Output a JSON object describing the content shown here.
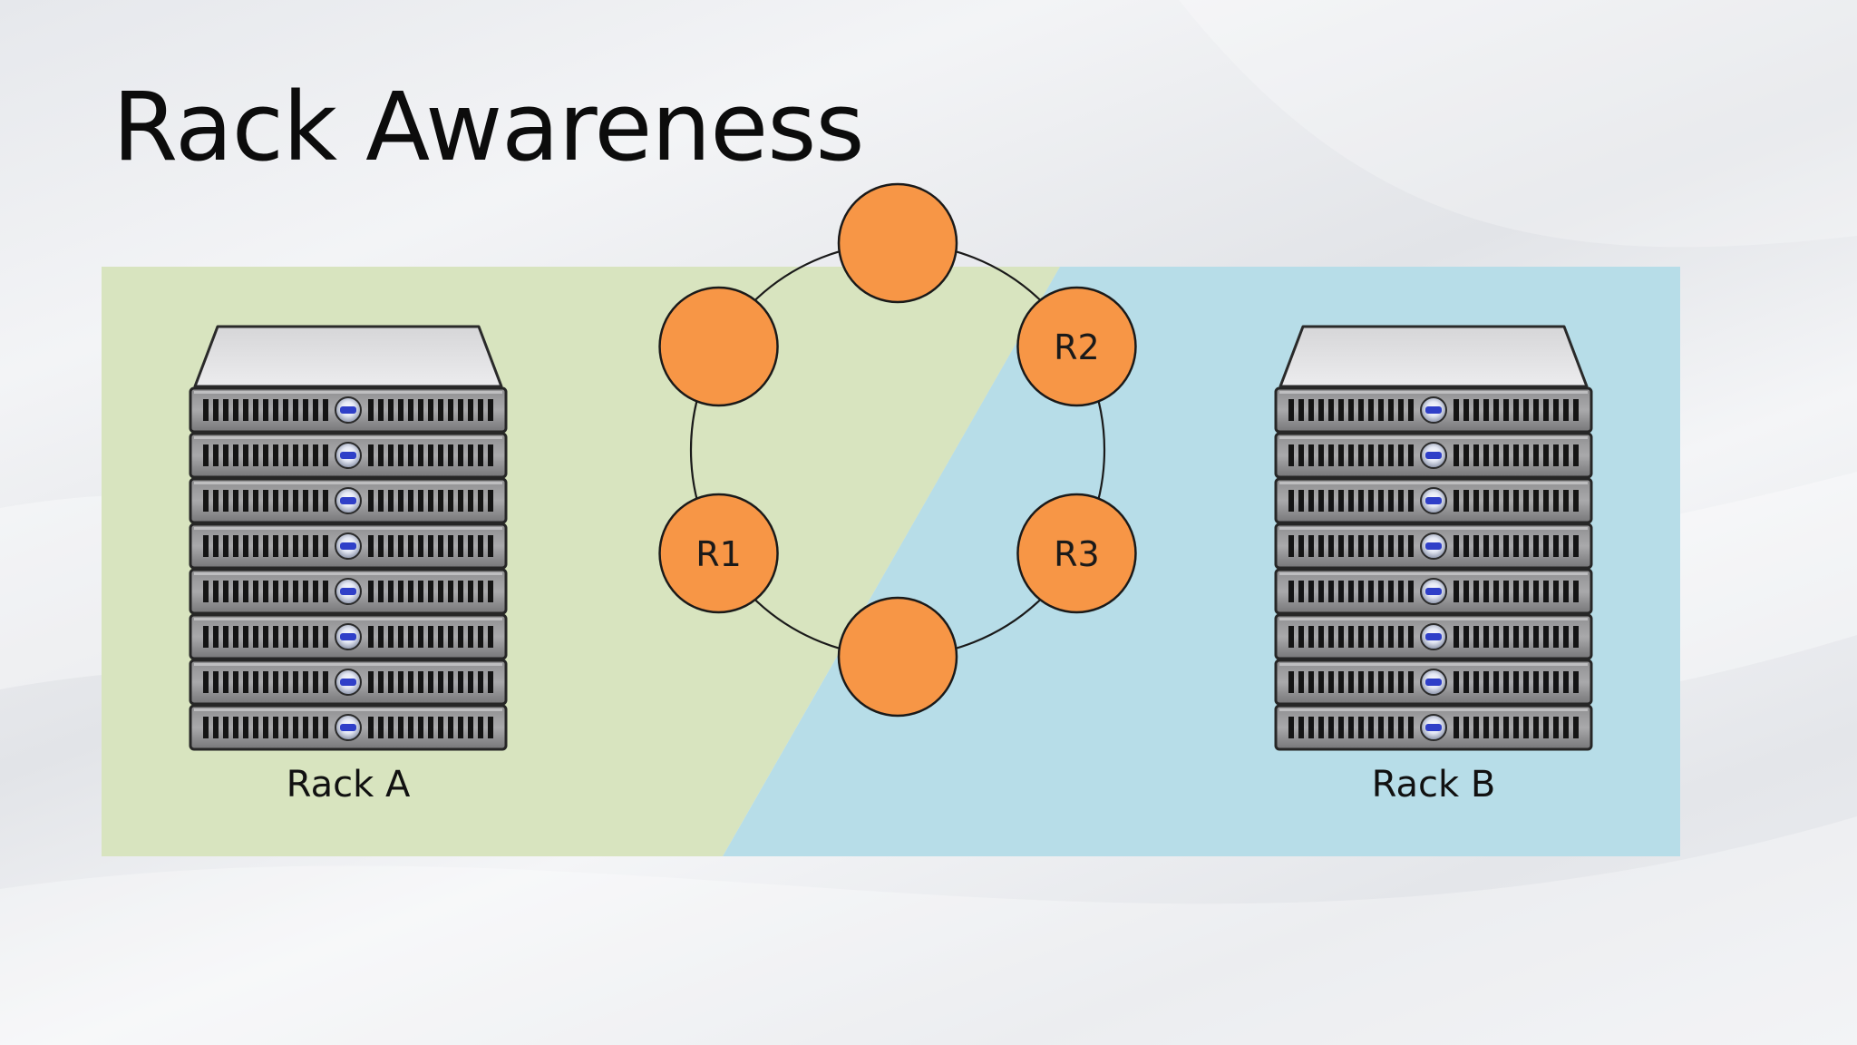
{
  "slide": {
    "title": "Rack Awareness"
  },
  "diagram": {
    "zones": [
      {
        "name": "left-zone",
        "color": "#d8e4bf"
      },
      {
        "name": "right-zone",
        "color": "#b7dde8"
      }
    ],
    "racks": [
      {
        "label": "Rack A",
        "servers": 8
      },
      {
        "label": "Rack B",
        "servers": 8
      }
    ],
    "ring": {
      "node_color": "#f79646",
      "node_stroke": "#1a1a1a",
      "line_color": "#1a1a1a",
      "nodes": [
        {
          "label": ""
        },
        {
          "label": "R2"
        },
        {
          "label": "R3"
        },
        {
          "label": ""
        },
        {
          "label": "R1"
        },
        {
          "label": ""
        }
      ]
    }
  }
}
